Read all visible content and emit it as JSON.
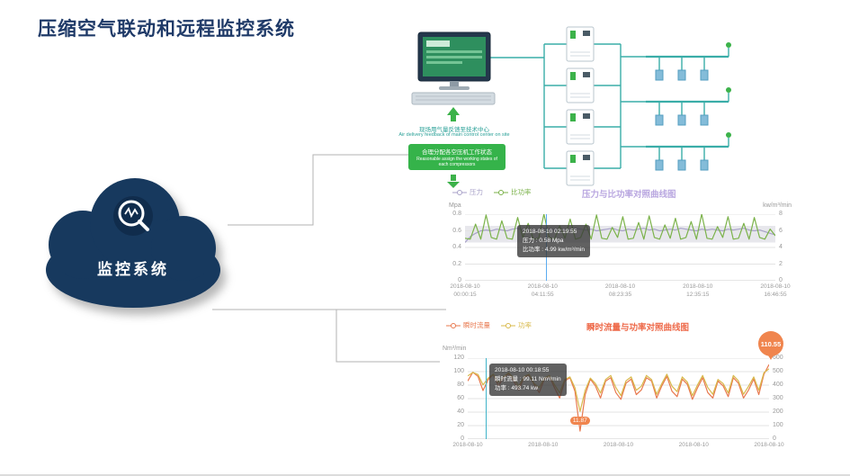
{
  "page": {
    "title": "压缩空气联动和远程监控系统"
  },
  "cloud": {
    "label": "监控系统",
    "color": "#17395e",
    "icon": "magnifier-icon"
  },
  "diagram": {
    "caption_zh": "现场用气量反馈至技术中心",
    "caption_en": "Air delivery feedback of main control center on site",
    "box_zh": "合理分配各空压机工作状态",
    "box_en": "Reasonable assign the working states of each compressors",
    "line_color": "#3aada8",
    "green": "#3cb24a"
  },
  "chart_data": [
    {
      "type": "line",
      "title": "压力与比功率对照曲线图",
      "title_color": "#b9a7e0",
      "unit_left": "Mpa",
      "unit_right": "kw/m³/min",
      "ylim_left": [
        0,
        0.8
      ],
      "ylim_right": [
        0,
        8
      ],
      "yticks_left": [
        0.8,
        0.6,
        0.4,
        0.2,
        0
      ],
      "yticks_right": [
        8,
        6,
        4,
        2,
        0
      ],
      "band": {
        "from": 0.46,
        "to": 0.66
      },
      "x_labels": [
        [
          "2018-08-10",
          "00:00:15"
        ],
        [
          "2018-08-10",
          "04:11:55"
        ],
        [
          "2018-08-10",
          "08:23:35"
        ],
        [
          "2018-08-10",
          "12:35:15"
        ],
        [
          "2018-08-10",
          "16:46:55"
        ]
      ],
      "series": [
        {
          "name": "压力",
          "color": "#a8a2c8",
          "axis": "left",
          "values": [
            0.46,
            0.53,
            0.57,
            0.6,
            0.61,
            0.6,
            0.62,
            0.61,
            0.6,
            0.62,
            0.63,
            0.61,
            0.62,
            0.6,
            0.61,
            0.63,
            0.62,
            0.61,
            0.6,
            0.62,
            0.61,
            0.63,
            0.62,
            0.61,
            0.62,
            0.6,
            0.61,
            0.62,
            0.63,
            0.61,
            0.6,
            0.62,
            0.61,
            0.62,
            0.63,
            0.61,
            0.62,
            0.6,
            0.61,
            0.62,
            0.61,
            0.63,
            0.62,
            0.61,
            0.6,
            0.62,
            0.61,
            0.62,
            0.61,
            0.6,
            0.62,
            0.61,
            0.62,
            0.63,
            0.61,
            0.6,
            0.61,
            0.59,
            0.57,
            0.55
          ]
        },
        {
          "name": "比功率",
          "color": "#7bb24a",
          "axis": "right",
          "values": [
            5.1,
            4.99,
            6.8,
            5.0,
            7.9,
            5.2,
            5.0,
            7.2,
            5.1,
            5.0,
            7.6,
            5.2,
            6.9,
            5.0,
            5.1,
            8.0,
            5.2,
            5.0,
            6.6,
            5.1,
            7.4,
            5.0,
            5.2,
            6.8,
            5.0,
            7.9,
            5.1,
            5.0,
            6.4,
            5.2,
            7.7,
            5.0,
            5.1,
            7.0,
            5.0,
            7.8,
            5.2,
            5.0,
            6.7,
            5.1,
            7.5,
            5.0,
            5.2,
            7.1,
            5.0,
            8.0,
            5.1,
            5.0,
            6.5,
            5.2,
            7.7,
            5.0,
            5.1,
            6.9,
            5.0,
            7.6,
            5.2,
            5.0,
            6.2,
            5.4
          ]
        }
      ],
      "tooltip": {
        "l1": "2018-08-10 02:19:55",
        "l2": "压力 : 0.58 Mpa",
        "l3": "比功率 : 4.99 kw/m³/min"
      }
    },
    {
      "type": "line",
      "title": "瞬时流量与功率对照曲线图",
      "title_color": "#ee6a4a",
      "unit_left": "Nm³/min",
      "unit_right": "",
      "ylim_left": [
        0,
        120
      ],
      "ylim_right": [
        0,
        600
      ],
      "yticks_left": [
        120,
        100,
        80,
        60,
        40,
        20,
        0
      ],
      "yticks_right": [
        600,
        500,
        400,
        300,
        200,
        100,
        0
      ],
      "x_labels": [
        [
          "2018-08-10",
          ""
        ],
        [
          "2018-08-10",
          ""
        ],
        [
          "2018-08-10",
          ""
        ],
        [
          "2018-08-10",
          ""
        ],
        [
          "2018-08-10",
          ""
        ]
      ],
      "series": [
        {
          "name": "瞬时流量",
          "color": "#e8784e",
          "axis": "left",
          "values": [
            86,
            99.11,
            93,
            72,
            88,
            96,
            79,
            91,
            97,
            86,
            73,
            91,
            95,
            81,
            69,
            89,
            93,
            76,
            61,
            86,
            91,
            71,
            11.87,
            66,
            89,
            79,
            61,
            86,
            91,
            69,
            59,
            83,
            89,
            66,
            73,
            91,
            86,
            61,
            79,
            93,
            71,
            63,
            89,
            81,
            59,
            76,
            91,
            69,
            61,
            86,
            79,
            63,
            91,
            83,
            61,
            73,
            89,
            66,
            96,
            110.55
          ]
        },
        {
          "name": "功率",
          "color": "#d8b94a",
          "axis": "right",
          "values": [
            468,
            493.74,
            479,
            402,
            452,
            481,
            421,
            462,
            491,
            452,
            392,
            462,
            481,
            412,
            382,
            452,
            471,
            402,
            342,
            442,
            461,
            381,
            205,
            362,
            452,
            412,
            342,
            442,
            471,
            382,
            322,
            432,
            461,
            362,
            392,
            471,
            441,
            332,
            412,
            481,
            392,
            352,
            461,
            422,
            322,
            402,
            471,
            382,
            332,
            442,
            412,
            342,
            471,
            432,
            332,
            392,
            461,
            362,
            492,
            521
          ]
        }
      ],
      "tooltip": {
        "l1": "2018-08-10 00:18:55",
        "l2": "瞬时流量 : 99.11 Nm³/min",
        "l3": "功率 : 493.74 kw"
      },
      "markers": [
        {
          "series": 0,
          "index": 22,
          "label": "11.87"
        }
      ],
      "end_badge": {
        "label": "110.55",
        "value": 110.55
      }
    }
  ]
}
